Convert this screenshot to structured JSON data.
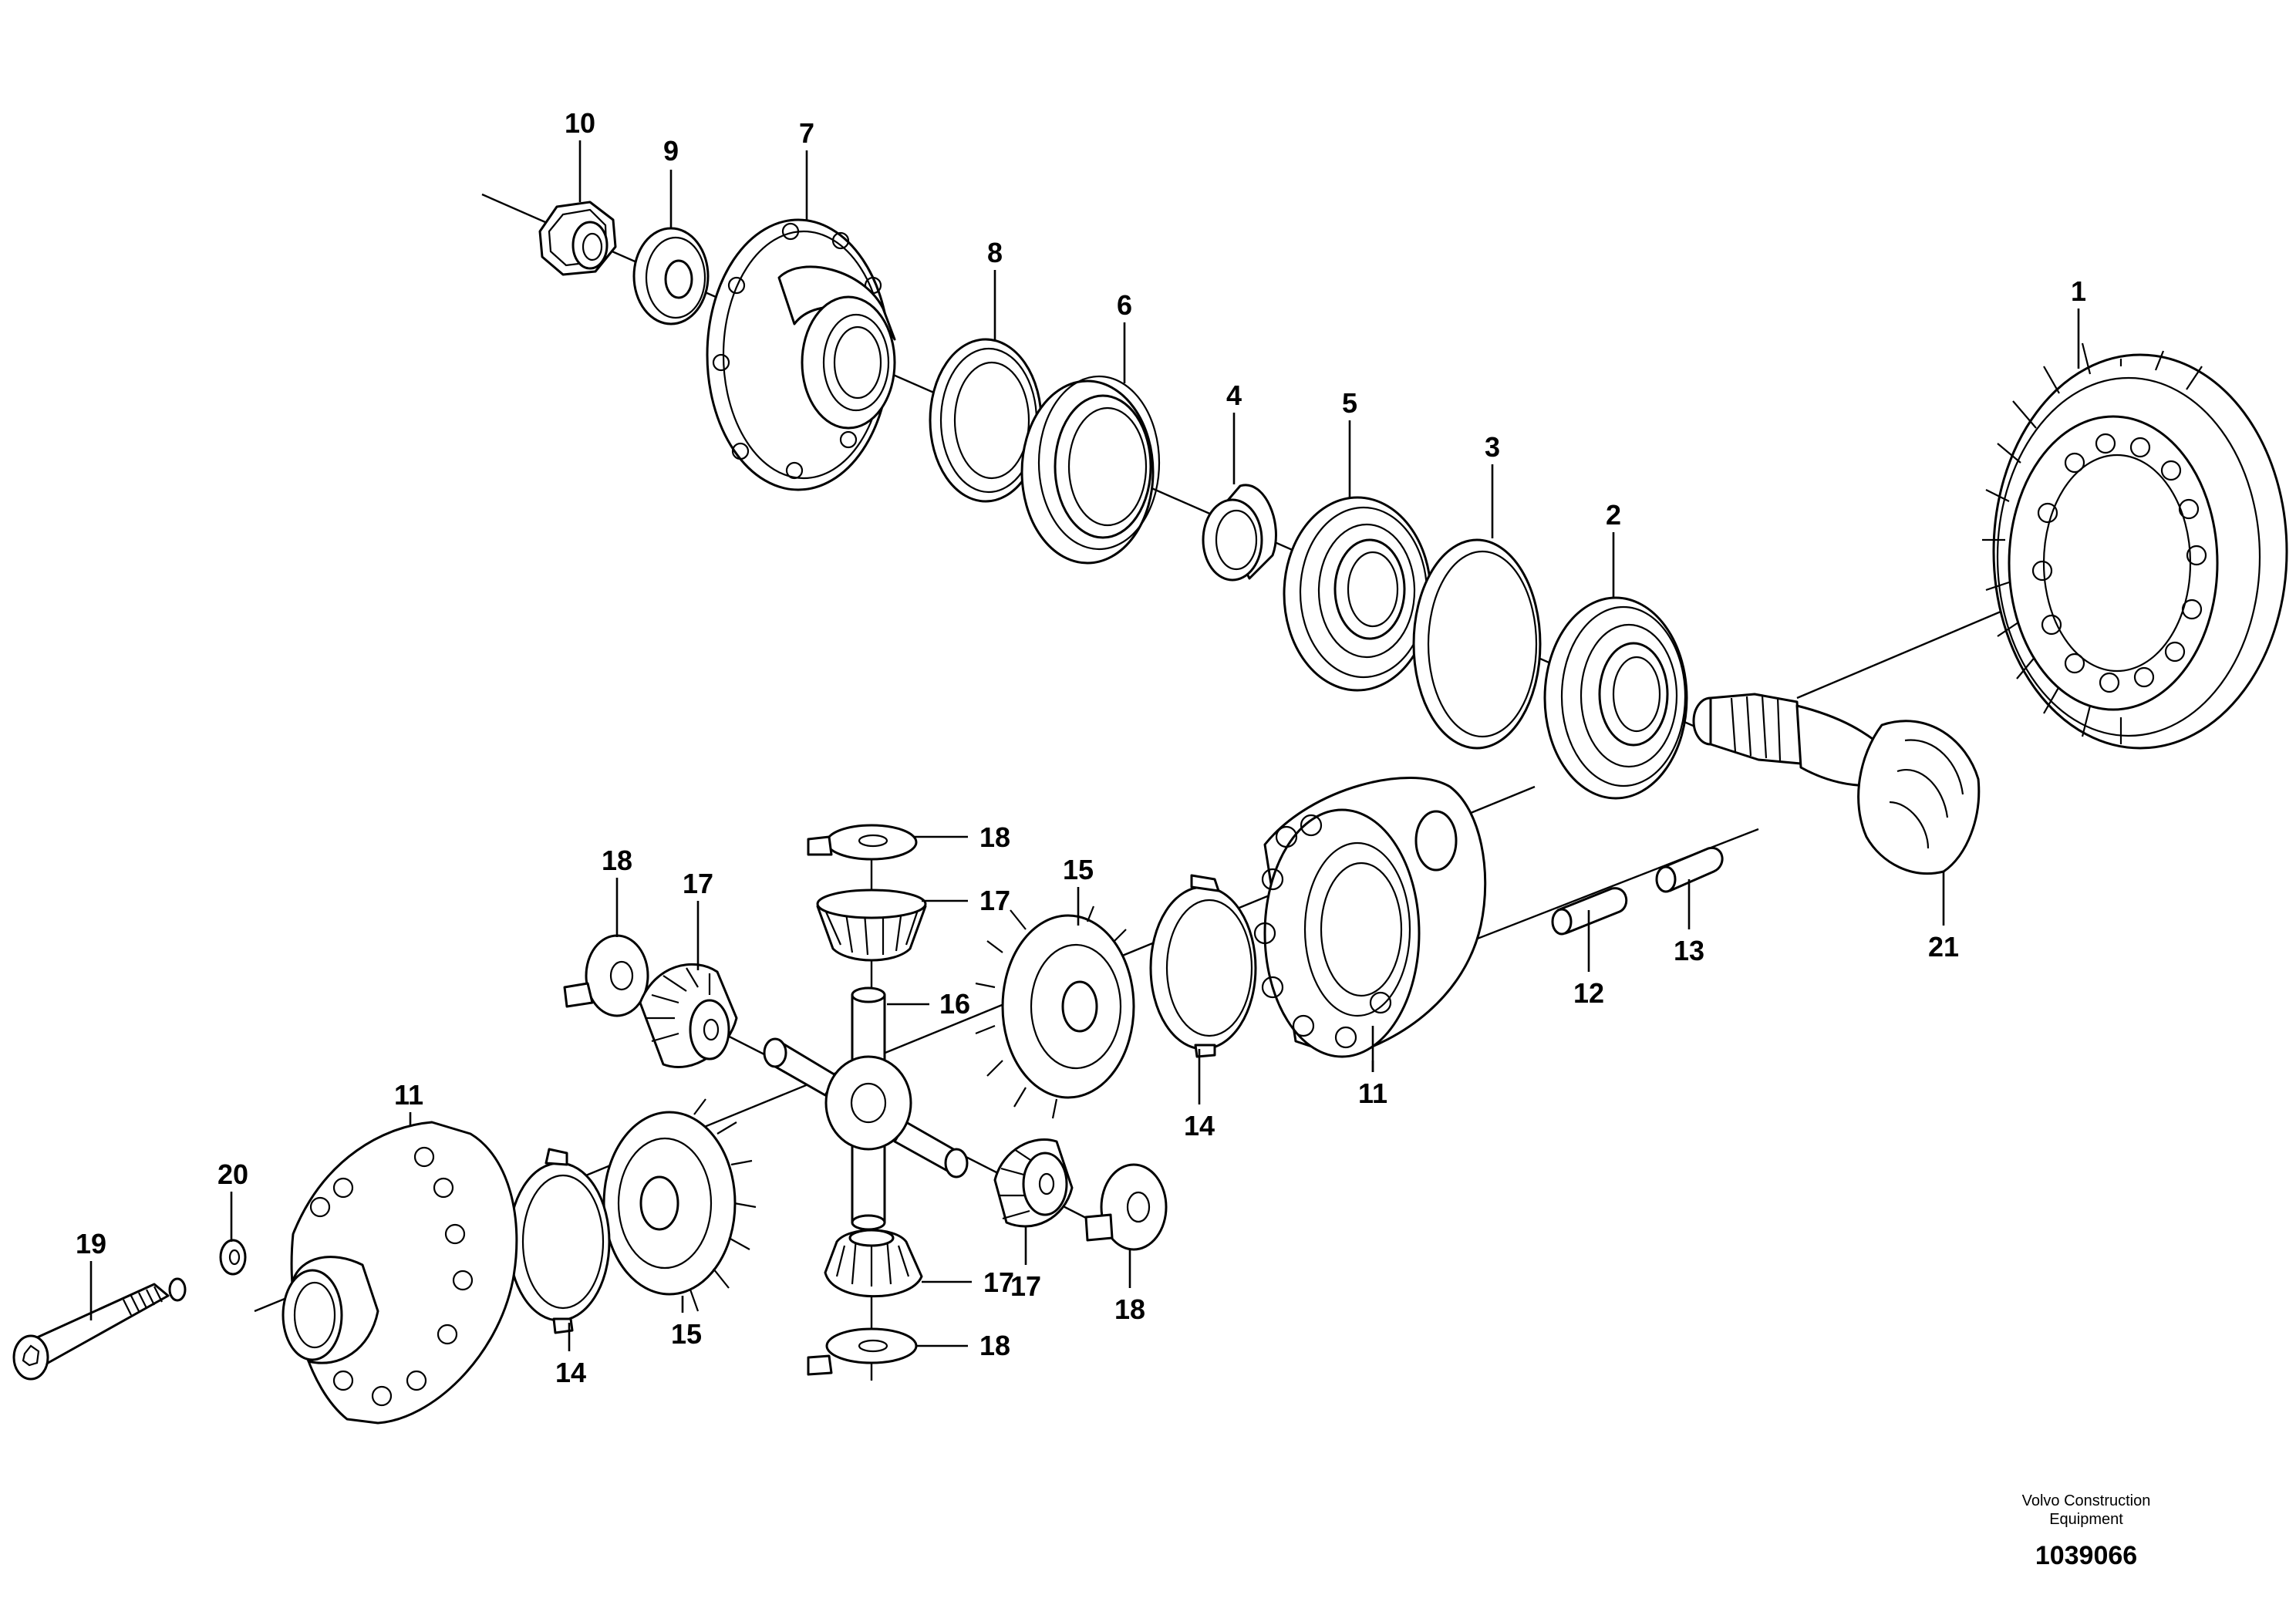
{
  "callouts": {
    "c1": "1",
    "c2": "2",
    "c3": "3",
    "c4": "4",
    "c5": "5",
    "c6": "6",
    "c7": "7",
    "c8": "8",
    "c9": "9",
    "c10": "10",
    "c11a": "11",
    "c11b": "11",
    "c12": "12",
    "c13": "13",
    "c14a": "14",
    "c14b": "14",
    "c15a": "15",
    "c15b": "15",
    "c16": "16",
    "c17a": "17",
    "c17b": "17",
    "c17c": "17",
    "c17d": "17",
    "c18a": "18",
    "c18b": "18",
    "c18c": "18",
    "c18d": "18",
    "c19": "19",
    "c20": "20",
    "c21": "21"
  },
  "footer": {
    "company_line1": "Volvo Construction",
    "company_line2": "Equipment",
    "drawing_number": "1039066"
  }
}
